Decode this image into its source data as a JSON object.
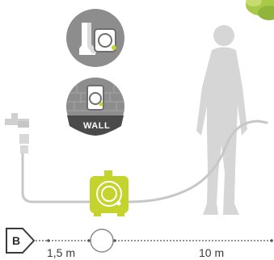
{
  "option_badge": "B",
  "wall_label": "WALL",
  "distances": {
    "tap_to_reel": "1,5 m",
    "reel_to_user": "10 m"
  },
  "icons": {
    "boots_mount": "garden-boots-mount-icon",
    "wall_mount": "wall-mount-icon",
    "tap": "water-tap-icon",
    "reel": "hose-reel-icon",
    "person": "person-silhouette",
    "plant": "plant-leaves"
  },
  "colors": {
    "accent_green": "#c4d42c",
    "gray_circle": "#8d8d8d",
    "dark_gray": "#6e6e6e",
    "silhouette": "#d6d6d6",
    "hose": "#c7c7c7"
  }
}
